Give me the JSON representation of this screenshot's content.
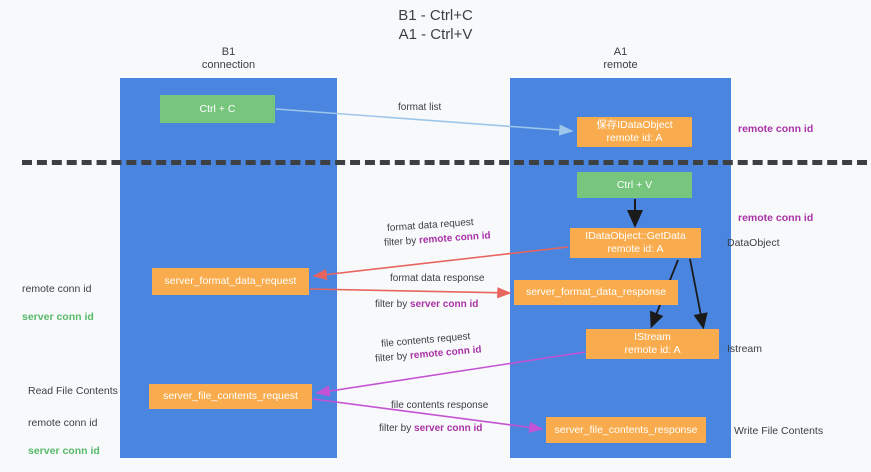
{
  "title": "B1 - Ctrl+C\nA1 - Ctrl+V",
  "lanes": [
    {
      "name": "b1",
      "header": "B1\nconnection"
    },
    {
      "name": "a1",
      "header": "A1\nremote"
    }
  ],
  "nodes": {
    "ctrl_c": "Ctrl + C",
    "idataobject": "保存IDataObject\nremote id: A",
    "ctrl_v": "Ctrl + V",
    "getdata": "IDataObject::GetData\nremote id: A",
    "server_format_data_request": "server_format_data_request",
    "server_format_data_response": "server_format_data_response",
    "istream": "IStream\nremote id: A",
    "server_file_contents_request": "server_file_contents_request",
    "server_file_contents_response": "server_file_contents_response"
  },
  "edge_labels": {
    "format_list": "format list",
    "format_data_request": "format data request",
    "format_data_request_filter_pre": "filter by ",
    "format_data_request_filter_key": "remote conn id",
    "format_data_response": "format data response",
    "format_data_response_filter_pre": "filter by ",
    "format_data_response_filter_key": "server conn id",
    "file_contents_request": "file contents request",
    "file_contents_request_filter_pre": "filter by ",
    "file_contents_request_filter_key": "remote conn id",
    "file_contents_response": "file contents response",
    "file_contents_response_filter_pre": "filter by ",
    "file_contents_response_filter_key": "server conn id"
  },
  "annotations": {
    "right_remote_conn_id_top": "remote conn id",
    "right_remote_conn_id_mid": "remote conn id",
    "right_dataobject": "DataObject",
    "right_istream": "Istream",
    "right_write_file_contents": "Write File Contents",
    "left_remote_conn_id": "remote conn id",
    "left_server_conn_id": "server conn id",
    "left_read_file_contents": "Read File Contents",
    "left_remote_conn_id_2": "remote conn id",
    "left_server_conn_id_2": "server conn id"
  },
  "colors": {
    "lane": "#4a86e0",
    "green_node": "#78c57e",
    "orange_node": "#f9ac4e",
    "background": "#f8f9fa",
    "text": "#3c4043",
    "highlight_purple": "#a832a8",
    "highlight_green": "#57b96a",
    "arrow_light_blue": "#9ec6ea",
    "arrow_red": "#e8655f",
    "arrow_purple": "#c452d4",
    "arrow_magenta": "#e8359e",
    "arrow_black": "#1a1a1a",
    "divider": "#3c4043"
  }
}
